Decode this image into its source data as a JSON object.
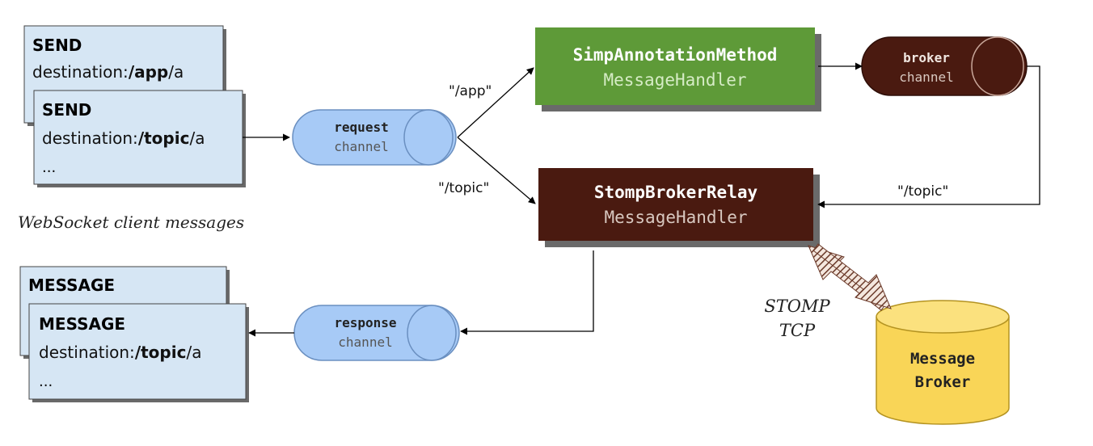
{
  "incoming": {
    "back": {
      "cmd": "SEND",
      "dest_label": "destination:",
      "dest_path": "/app",
      "dest_tail": "/a"
    },
    "front": {
      "cmd": "SEND",
      "dest_label": "destination:",
      "dest_path": "/topic",
      "dest_tail": "/a",
      "more": "..."
    },
    "caption": "WebSocket client messages"
  },
  "outgoing": {
    "back": {
      "cmd": "MESSAGE"
    },
    "front": {
      "cmd": "MESSAGE",
      "dest_label": "destination:",
      "dest_path": "/topic",
      "dest_tail": "/a",
      "more": "..."
    }
  },
  "request_channel": {
    "line1": "request",
    "line2": "channel"
  },
  "response_channel": {
    "line1": "response",
    "line2": "channel"
  },
  "broker_channel": {
    "line1": "broker",
    "line2": "channel"
  },
  "simp_handler": {
    "line1": "SimpAnnotationMethod",
    "line2": "MessageHandler"
  },
  "relay_handler": {
    "line1": "StompBrokerRelay",
    "line2": "MessageHandler"
  },
  "route_labels": {
    "app": "\"/app\"",
    "topic": "\"/topic\"",
    "topic_return": "\"/topic\""
  },
  "stomp_label": {
    "line1": "STOMP",
    "line2": "TCP"
  },
  "message_broker": {
    "line1": "Message",
    "line2": "Broker"
  },
  "colors": {
    "message_box": "#d6e6f4",
    "channel_blue": "#a7caf6",
    "handler_green": "#5e9a38",
    "handler_brown": "#4a1a10",
    "broker_yellow": "#f9d557"
  }
}
